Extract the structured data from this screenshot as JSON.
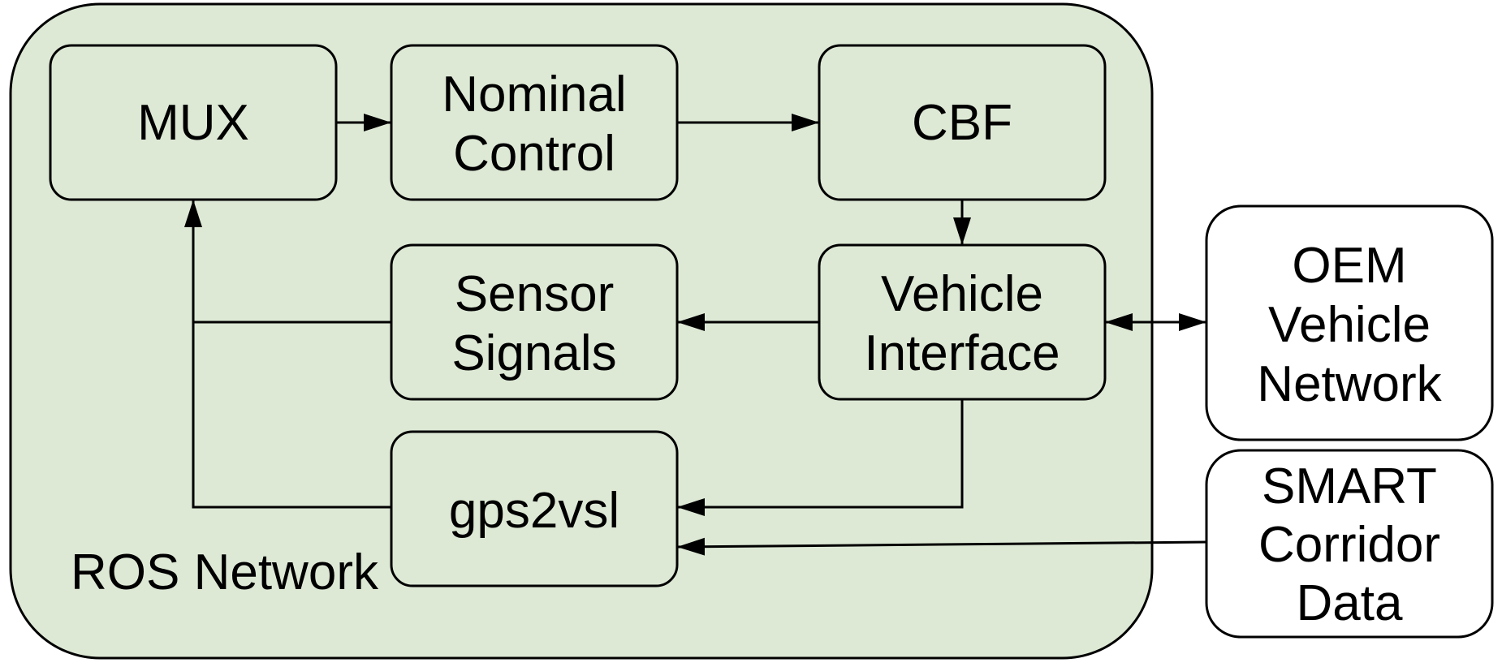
{
  "diagram": {
    "network_label": "ROS Network",
    "colors": {
      "network_fill": "#dde9d5",
      "box_fill_inside": "#dde9d5",
      "box_fill_outside": "#ffffff",
      "stroke": "#000000"
    },
    "nodes": {
      "mux": {
        "lines": [
          "MUX"
        ]
      },
      "nominal_control": {
        "lines": [
          "Nominal",
          "Control"
        ]
      },
      "cbf": {
        "lines": [
          "CBF"
        ]
      },
      "sensor_signals": {
        "lines": [
          "Sensor",
          "Signals"
        ]
      },
      "vehicle_interface": {
        "lines": [
          "Vehicle",
          "Interface"
        ]
      },
      "gps2vsl": {
        "lines": [
          "gps2vsl"
        ]
      },
      "oem_network": {
        "lines": [
          "OEM",
          "Vehicle",
          "Network"
        ]
      },
      "smart_corridor": {
        "lines": [
          "SMART",
          "Corridor",
          "Data"
        ]
      }
    },
    "edges": [
      {
        "from": "mux",
        "to": "nominal_control"
      },
      {
        "from": "nominal_control",
        "to": "cbf"
      },
      {
        "from": "cbf",
        "to": "vehicle_interface"
      },
      {
        "from": "vehicle_interface",
        "to": "sensor_signals"
      },
      {
        "from": "sensor_signals",
        "to": "mux"
      },
      {
        "from": "gps2vsl",
        "to": "mux"
      },
      {
        "from": "vehicle_interface",
        "to": "gps2vsl"
      },
      {
        "from": "vehicle_interface",
        "to": "oem_network",
        "bidirectional": true
      },
      {
        "from": "smart_corridor",
        "to": "gps2vsl"
      }
    ]
  }
}
